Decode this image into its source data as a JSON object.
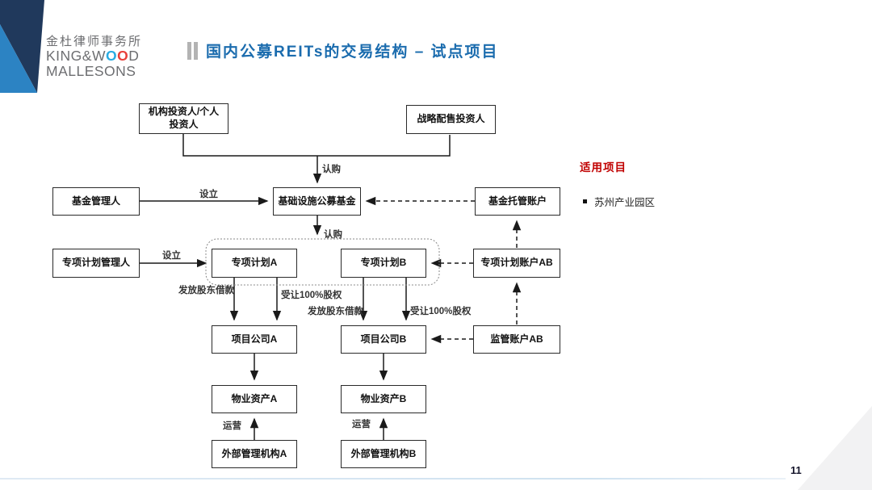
{
  "slide": {
    "logo": {
      "cn_name": "金杜律师事务所",
      "en_line1_pre": "KING&W",
      "en_o1": "O",
      "en_o2": "O",
      "en_line1_post": "D",
      "en_line2": "MALLESONS"
    },
    "title": "国内公募REITs的交易结构 – 试点项目",
    "page_number": "11"
  },
  "side_panel": {
    "heading": "适用项目",
    "bullet": "苏州产业园区"
  },
  "diagram": {
    "nodes": [
      {
        "id": "institutional-investors",
        "label": "机构投资人/个人\n投资人"
      },
      {
        "id": "strategic-investors",
        "label": "战略配售投资人"
      },
      {
        "id": "fund-manager",
        "label": "基金管理人"
      },
      {
        "id": "infrastructure-public-fund",
        "label": "基础设施公募基金"
      },
      {
        "id": "fund-custody-account",
        "label": "基金托管账户"
      },
      {
        "id": "special-plan-manager",
        "label": "专项计划管理人"
      },
      {
        "id": "special-plan-a",
        "label": "专项计划A"
      },
      {
        "id": "special-plan-b",
        "label": "专项计划B"
      },
      {
        "id": "special-plan-account-ab",
        "label": "专项计划账户AB"
      },
      {
        "id": "project-company-a",
        "label": "项目公司A"
      },
      {
        "id": "project-company-b",
        "label": "项目公司B"
      },
      {
        "id": "supervision-account-ab",
        "label": "监管账户AB"
      },
      {
        "id": "property-asset-a",
        "label": "物业资产A"
      },
      {
        "id": "property-asset-b",
        "label": "物业资产B"
      },
      {
        "id": "external-manager-a",
        "label": "外部管理机构A"
      },
      {
        "id": "external-manager-b",
        "label": "外部管理机构B"
      }
    ],
    "edge_labels": [
      {
        "id": "subscribe-top",
        "text": "认购"
      },
      {
        "id": "establish-fund",
        "text": "设立"
      },
      {
        "id": "subscribe-plans",
        "text": "认购"
      },
      {
        "id": "establish-plan",
        "text": "设立"
      },
      {
        "id": "shareholder-loan-a",
        "text": "发放股东借款"
      },
      {
        "id": "equity-transfer-a",
        "text": "受让100%股权"
      },
      {
        "id": "shareholder-loan-b",
        "text": "发放股东借款"
      },
      {
        "id": "equity-transfer-b",
        "text": "受让100%股权"
      },
      {
        "id": "operate-a",
        "text": "运营"
      },
      {
        "id": "operate-b",
        "text": "运营"
      }
    ]
  },
  "colors": {
    "title_blue": "#1b6cae",
    "logo_gray": "#6d6e71",
    "logo_o_blue": "#29abe2",
    "logo_o_red": "#e8403a",
    "triangle_navy": "#20395c",
    "triangle_blue": "#2c83c3",
    "accent_red": "#c00000",
    "footer_line_blue": "#cfe2f0",
    "line_black": "#1a1a1a"
  }
}
